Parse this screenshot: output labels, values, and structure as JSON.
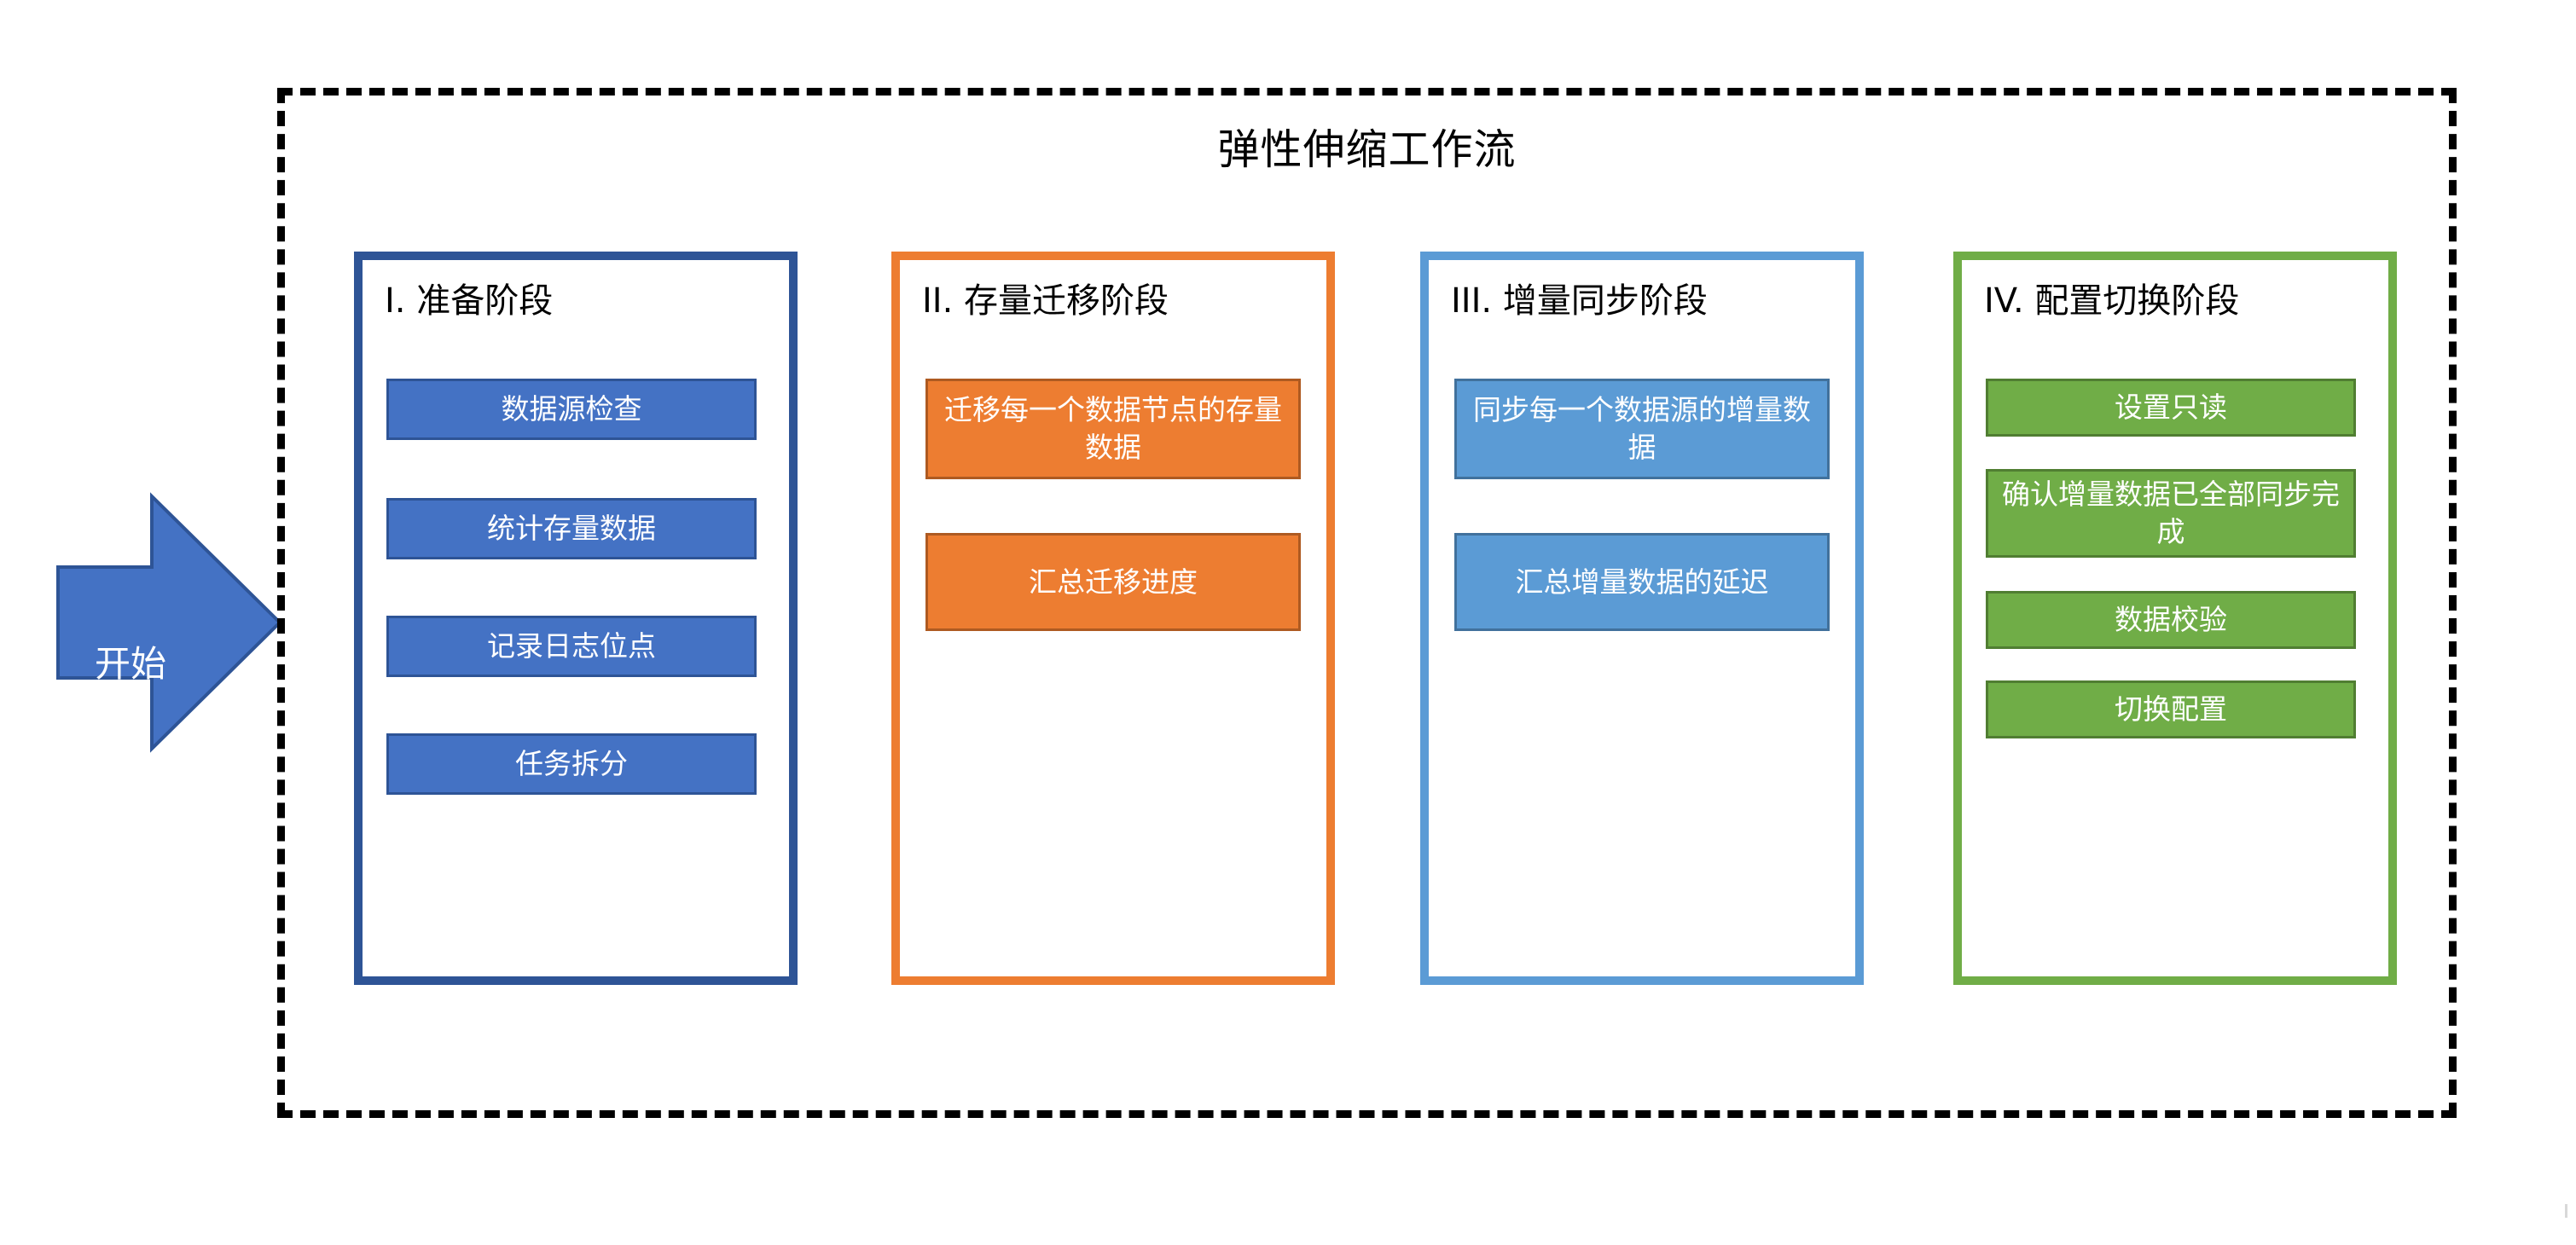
{
  "diagram": {
    "title": "弹性伸缩工作流",
    "start": {
      "label": "开始",
      "icon": "right-arrow-icon",
      "fill": "#4472C4",
      "stroke": "#2E5496"
    },
    "frame": {
      "style": "dashed",
      "color": "#000000"
    },
    "phases": [
      {
        "id": "phase-1",
        "title": "I. 准备阶段",
        "accent": "#2E5496",
        "task_fill": "#4472C4",
        "tasks": [
          {
            "label": "数据源检查"
          },
          {
            "label": "统计存量数据"
          },
          {
            "label": "记录日志位点"
          },
          {
            "label": "任务拆分"
          }
        ]
      },
      {
        "id": "phase-2",
        "title": "II. 存量迁移阶段",
        "accent": "#ED7D31",
        "task_fill": "#ED7D31",
        "tasks": [
          {
            "label": "迁移每一个数据节点的存量数据"
          },
          {
            "label": "汇总迁移进度"
          }
        ]
      },
      {
        "id": "phase-3",
        "title": "III. 增量同步阶段",
        "accent": "#5B9BD5",
        "task_fill": "#5B9BD5",
        "tasks": [
          {
            "label": "同步每一个数据源的增量数据"
          },
          {
            "label": "汇总增量数据的延迟"
          }
        ]
      },
      {
        "id": "phase-4",
        "title": "IV. 配置切换阶段",
        "accent": "#70AD47",
        "task_fill": "#70AD47",
        "tasks": [
          {
            "label": "设置只读"
          },
          {
            "label": "确认增量数据已全部同步完成"
          },
          {
            "label": "数据校验"
          },
          {
            "label": "切换配置"
          }
        ]
      }
    ]
  }
}
